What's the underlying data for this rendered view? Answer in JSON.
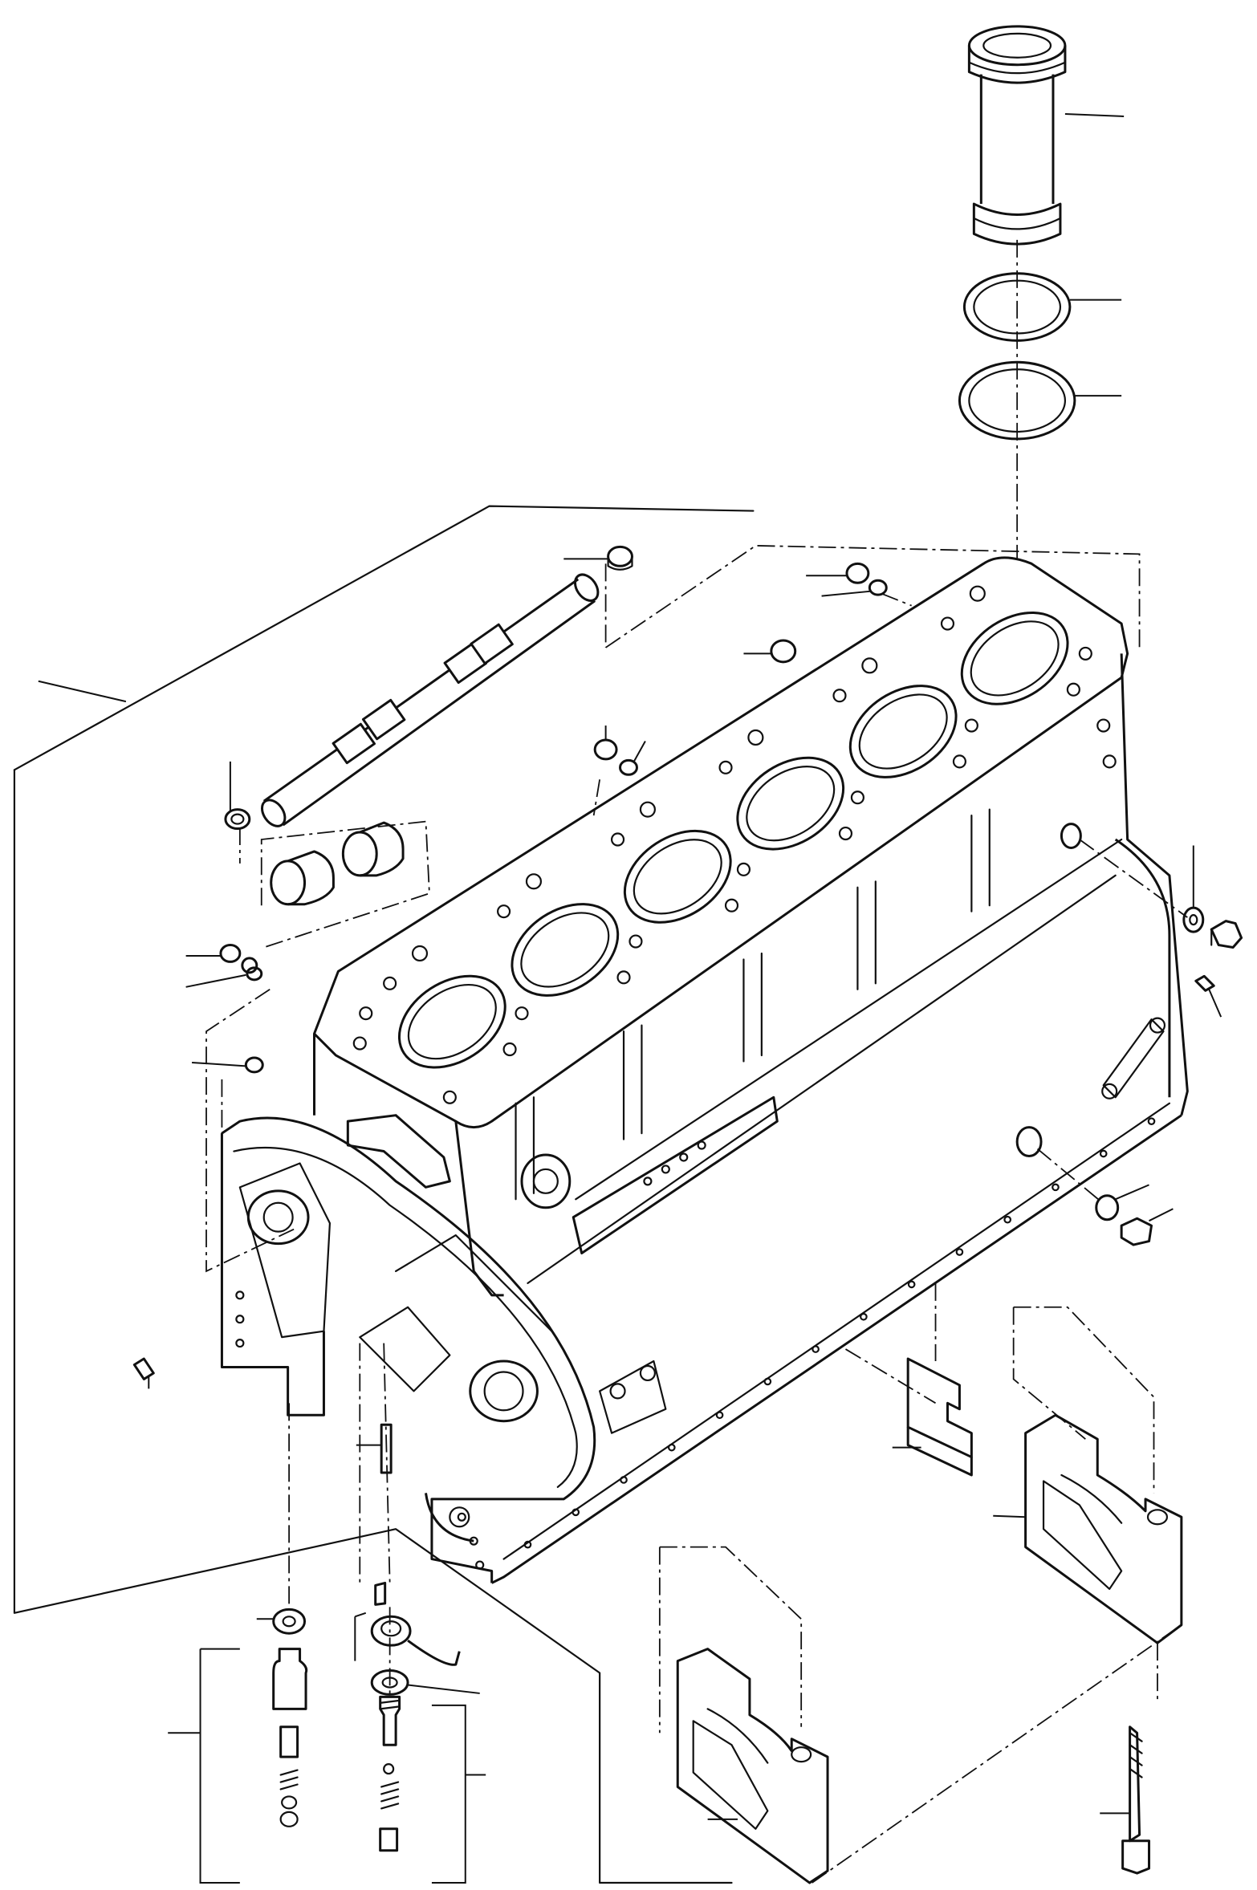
{
  "diagram": {
    "type": "exploded-parts-view",
    "subject": "engine-cylinder-block",
    "parts": [
      {
        "id": "cylinder-liner",
        "icon": "cylinder-liner-icon"
      },
      {
        "id": "liner-seal-ring-upper",
        "icon": "seal-ring-icon"
      },
      {
        "id": "liner-seal-ring-lower",
        "icon": "seal-ring-icon"
      },
      {
        "id": "cylinder-block",
        "icon": "cylinder-block-icon"
      },
      {
        "id": "camshaft-tube-assembly",
        "icon": "tube-icon"
      },
      {
        "id": "camshaft-bushing-1",
        "icon": "bushing-icon"
      },
      {
        "id": "camshaft-bushing-2",
        "icon": "bushing-icon"
      },
      {
        "id": "plug-top",
        "icon": "plug-icon"
      },
      {
        "id": "plug-left",
        "icon": "plug-icon"
      },
      {
        "id": "plug-with-washer",
        "icon": "plug-icon"
      },
      {
        "id": "side-bolt",
        "icon": "bolt-icon"
      },
      {
        "id": "side-washer",
        "icon": "washer-icon"
      },
      {
        "id": "dowel-pin",
        "icon": "pin-icon"
      },
      {
        "id": "drain-plug",
        "icon": "plug-icon"
      },
      {
        "id": "main-bearing-cap-front",
        "icon": "bearing-cap-icon"
      },
      {
        "id": "main-bearing-cap-rear",
        "icon": "bearing-cap-icon"
      },
      {
        "id": "bearing-cap-bolt",
        "icon": "bolt-icon"
      },
      {
        "id": "shim-plate",
        "icon": "shim-icon"
      },
      {
        "id": "relief-valve-assembly",
        "icon": "valve-icon"
      },
      {
        "id": "oil-nozzle-assembly",
        "icon": "nozzle-icon"
      }
    ]
  }
}
